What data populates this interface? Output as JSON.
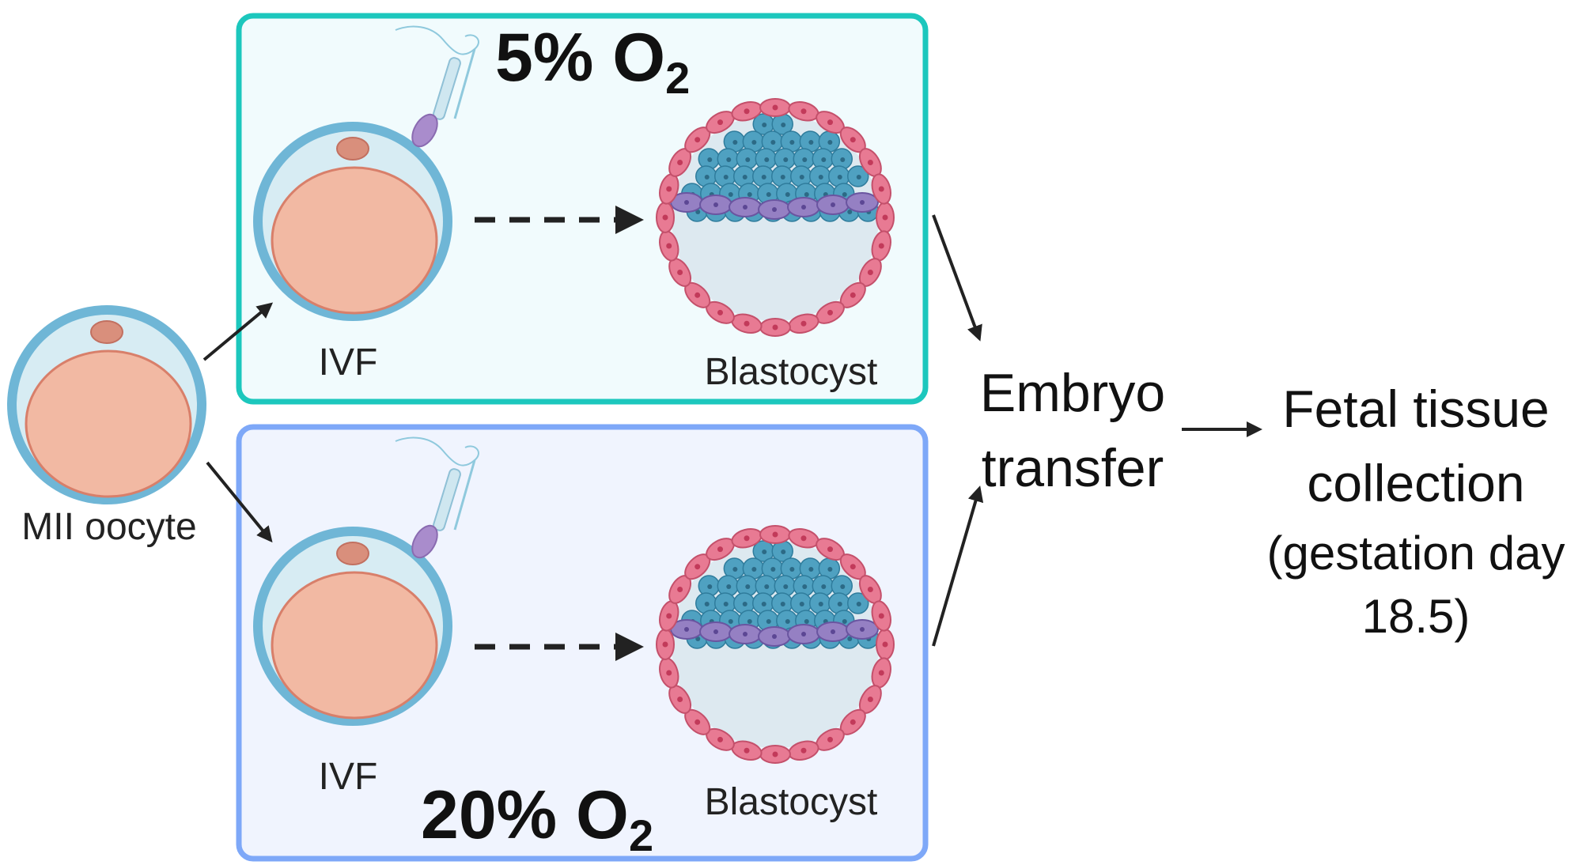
{
  "conditions": {
    "low": {
      "value": "5%",
      "species": "O",
      "subscript": "2",
      "frame_color": "#1cc7bd",
      "fill_color": "#f1fbfd"
    },
    "high": {
      "value": "20%",
      "species": "O",
      "subscript": "2",
      "frame_color": "#7ea8f8",
      "fill_color": "#f0f4fe"
    }
  },
  "labels": {
    "oocyte": "MII oocyte",
    "ivf": "IVF",
    "blastocyst": "Blastocyst",
    "embryo_transfer": [
      "Embryo",
      "transfer"
    ],
    "fetal_collection": [
      "Fetal tissue",
      "collection",
      "(gestation day",
      "18.5)"
    ]
  },
  "colors": {
    "zona": "#6fb6d6",
    "perivitelline": "#d7ecf3",
    "cytoplasm": "#f2b9a3",
    "polar_body": "#d98f7c",
    "trophectoderm": "#e87a93",
    "inner_cell_mass": "#4fa1c1",
    "primitive_endoderm": "#9580c3",
    "blastocoel": "#dde9f0",
    "sperm": "#a98ccc",
    "arrow": "#222222"
  },
  "icons": [
    "oocyte-icon",
    "sperm-icon",
    "blastocyst-icon",
    "arrow-icon",
    "dashed-arrow-icon"
  ]
}
